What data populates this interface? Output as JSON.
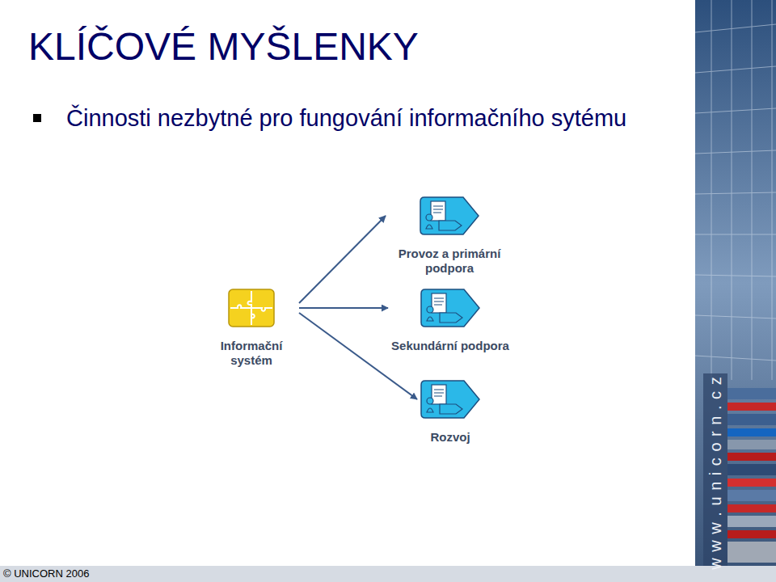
{
  "diagram": {
    "title": "KLÍČOVÉ MYŠLENKY",
    "nodes": [
      {
        "text": [
          "Informační systém"
        ]
      },
      {
        "text": [
          "Provoz a primární podpora"
        ]
      },
      {
        "text": [
          "Sekundární podpora"
        ]
      },
      {
        "text": [
          "Rozvoj"
        ]
      }
    ],
    "edges": [
      {
        "from": 0,
        "to": 1,
        "arrow": "to"
      },
      {
        "from": 0,
        "to": 2,
        "arrow": "to"
      },
      {
        "from": 0,
        "to": 3,
        "arrow": "to"
      }
    ],
    "labels": [
      "Činnosti nezbytné pro fungování informačního sytému",
      "© UNICORN 2006",
      "w w w . u n i c o r n . c z"
    ]
  }
}
